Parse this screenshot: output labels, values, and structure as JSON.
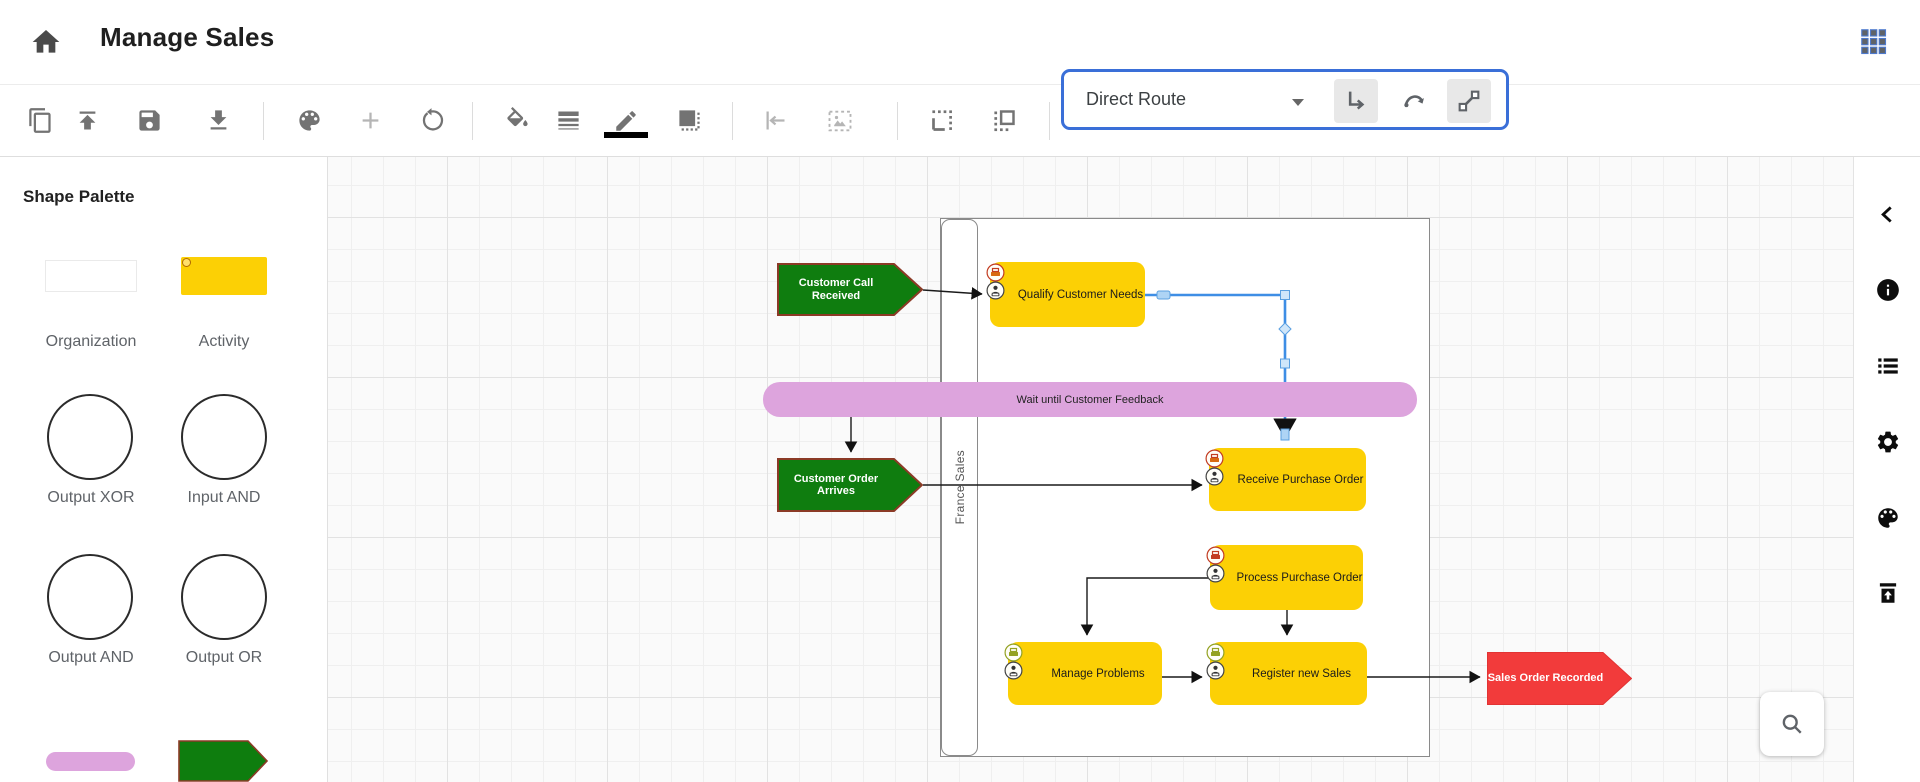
{
  "header": {
    "title": "Manage Sales"
  },
  "toolbar": {
    "connector_panel": {
      "route_label": "Direct Route",
      "buttons": [
        "orthogonal-connector",
        "curved-connector",
        "straight-connector"
      ]
    },
    "icons": [
      "copy",
      "upload",
      "save",
      "download",
      "theme-palette",
      "add",
      "undo",
      "fill-color",
      "line-weight",
      "pen-color",
      "shadow",
      "align-left",
      "image",
      "select-region",
      "snap-object"
    ]
  },
  "palette": {
    "title": "Shape Palette",
    "items": [
      {
        "label": "Organization",
        "shape": "rect-white"
      },
      {
        "label": "Activity",
        "shape": "rect-yellow"
      },
      {
        "label": "Output XOR",
        "shape": "circle"
      },
      {
        "label": "Input AND",
        "shape": "circle"
      },
      {
        "label": "Output AND",
        "shape": "circle"
      },
      {
        "label": "Output OR",
        "shape": "circle"
      },
      {
        "label": "",
        "shape": "stadium-pink"
      },
      {
        "label": "",
        "shape": "arrow-green"
      }
    ]
  },
  "diagram": {
    "lane_label": "France Sales",
    "nodes": [
      {
        "label": "Customer Call Received",
        "type": "event",
        "color": "green"
      },
      {
        "label": "Qualify Customer Needs",
        "type": "activity"
      },
      {
        "label": "Wait until Customer Feedback",
        "type": "delay"
      },
      {
        "label": "Customer Order Arrives",
        "type": "event",
        "color": "green"
      },
      {
        "label": "Receive Purchase Order",
        "type": "activity"
      },
      {
        "label": "Process Purchase Order",
        "type": "activity"
      },
      {
        "label": "Manage Problems",
        "type": "activity"
      },
      {
        "label": "Register new Sales",
        "type": "activity"
      },
      {
        "label": "Sales Order Recorded",
        "type": "event",
        "color": "red"
      }
    ]
  },
  "rightbar": {
    "icons": [
      "collapse-chevron",
      "info",
      "list",
      "settings",
      "palette",
      "trash-restore"
    ]
  },
  "colors": {
    "accent_blue": "#3a6fd8",
    "node_yellow": "#fcd005",
    "event_green": "#0f7d0f",
    "event_green_border": "#8b3a26",
    "event_red": "#f23b3b",
    "delay_pink": "#dda4dd",
    "connector_blue": "#3e8ee5"
  }
}
